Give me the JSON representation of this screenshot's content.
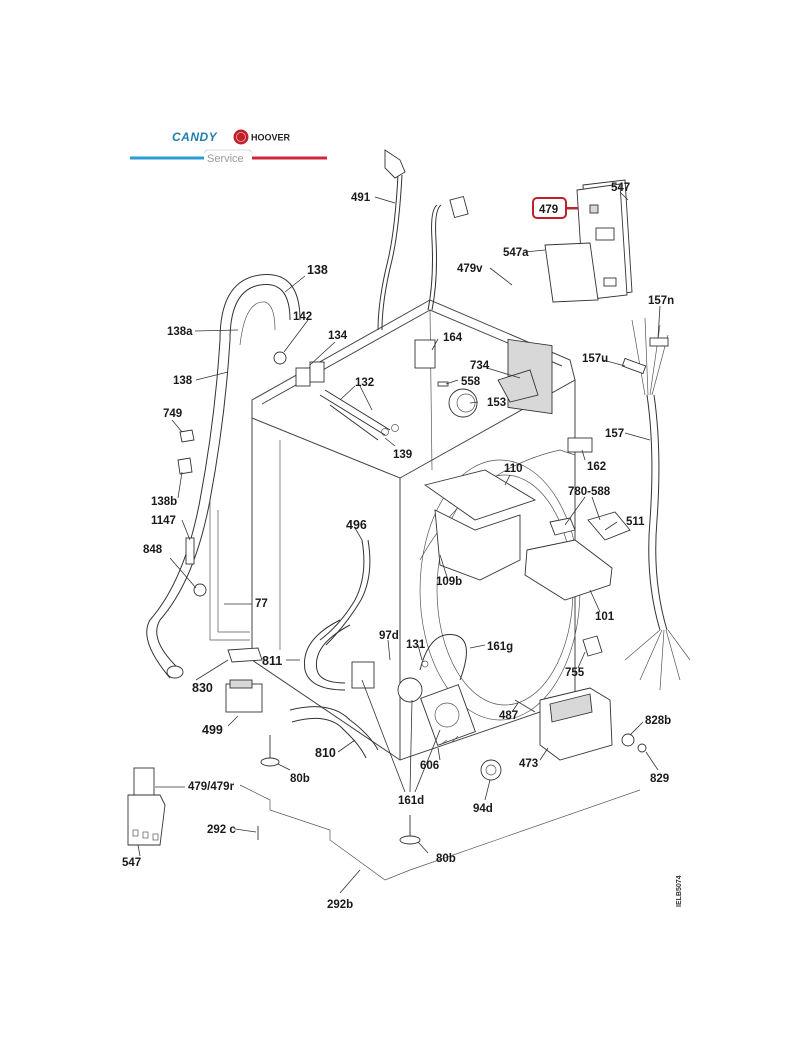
{
  "header": {
    "brand_left": "CANDY",
    "brand_right": "HOOVER",
    "service_label": "Service",
    "colors": {
      "candy_blue": "#1e7fb0",
      "service_line_blue": "#2a9fd6",
      "service_line_red": "#d0283a",
      "hoover_red": "#c0202a"
    }
  },
  "highlight": {
    "part": "479",
    "color": "#c0202a"
  },
  "reference_code": "IELB5074",
  "labels": {
    "p491": "491",
    "p547_top": "547",
    "p479": "479",
    "p547a": "547a",
    "p479v": "479v",
    "p157n": "157n",
    "p138_top": "138",
    "p142": "142",
    "p138a": "138a",
    "p134": "134",
    "p164": "164",
    "p138_left": "138",
    "p132": "132",
    "p734": "734",
    "p558": "558",
    "p157u": "157u",
    "p153": "153",
    "p749": "749",
    "p139": "139",
    "p157": "157",
    "p162": "162",
    "p110": "110",
    "p138b": "138b",
    "p780_588": "780-588",
    "p1147": "1147",
    "p511": "511",
    "p496": "496",
    "p848": "848",
    "p109b": "109b",
    "p77": "77",
    "p101": "101",
    "p97d": "97d",
    "p131": "131",
    "p161g": "161g",
    "p811": "811",
    "p830": "830",
    "p755": "755",
    "p499": "499",
    "p487": "487",
    "p828b": "828b",
    "p810": "810",
    "p473": "473",
    "p606": "606",
    "p829": "829",
    "p80b_left": "80b",
    "p479_479r": "479/479r",
    "p161d": "161d",
    "p94d": "94d",
    "p292c": "292 c",
    "p80b_bottom": "80b",
    "p547_bottom": "547",
    "p292b": "292b"
  }
}
